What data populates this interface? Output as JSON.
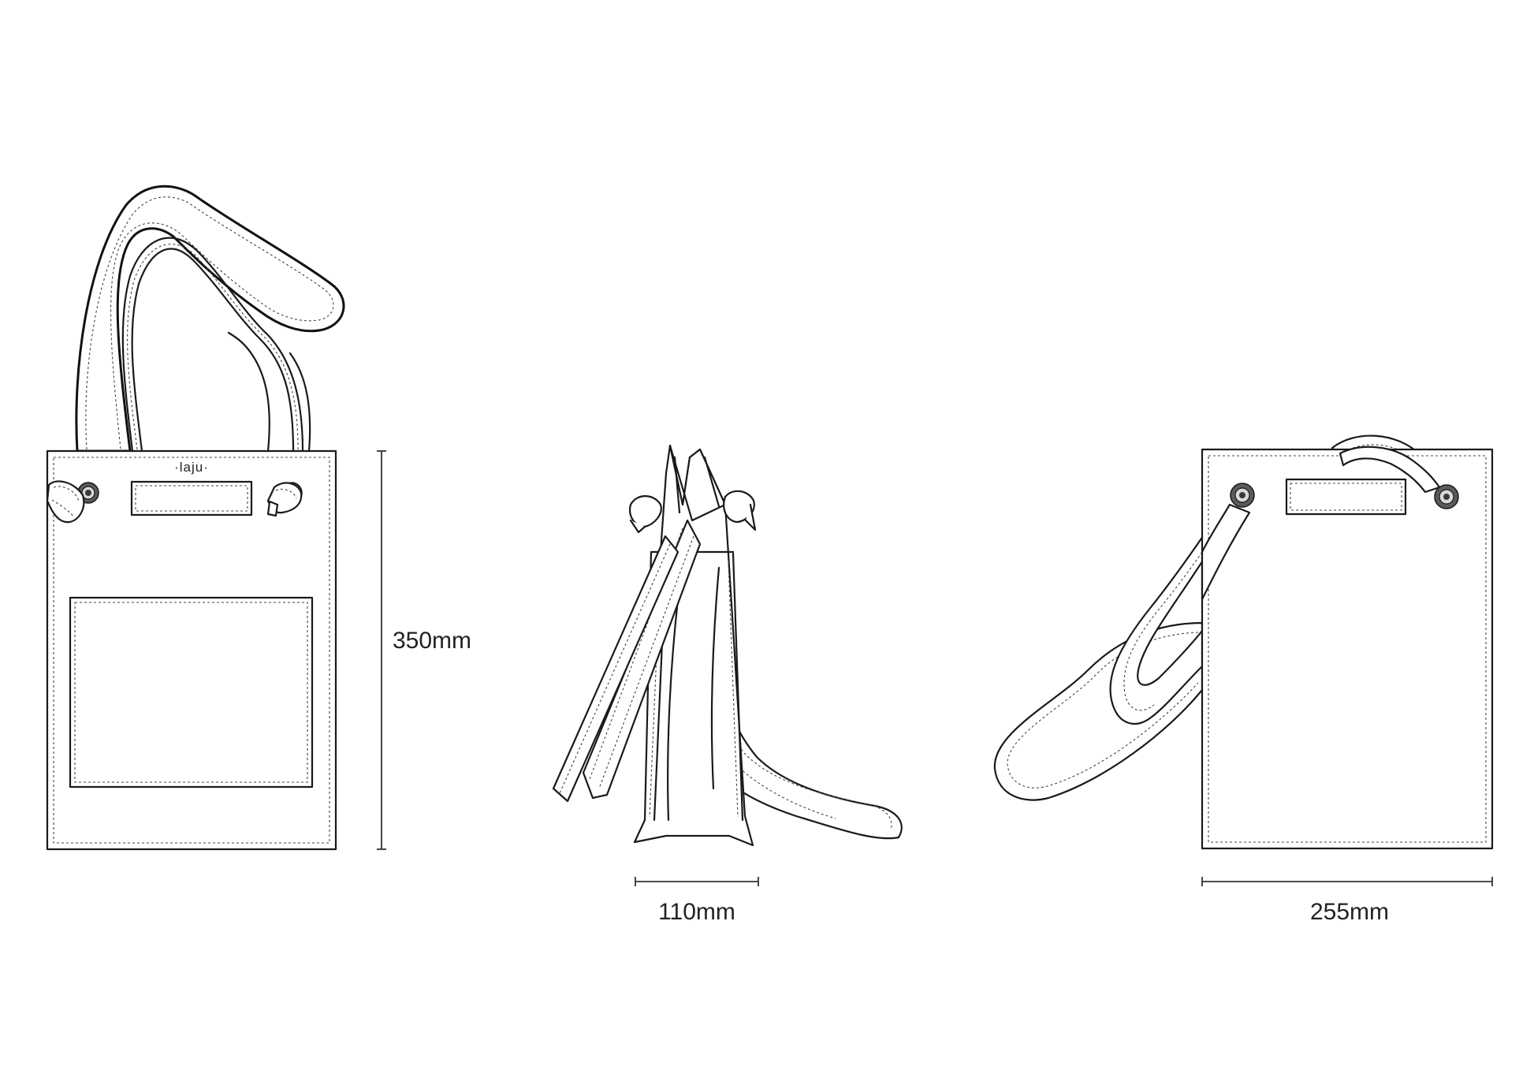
{
  "brand": {
    "logo_text": "·laju·"
  },
  "dimensions": {
    "height_label": "350mm",
    "depth_label": "110mm",
    "width_label": "255mm"
  }
}
